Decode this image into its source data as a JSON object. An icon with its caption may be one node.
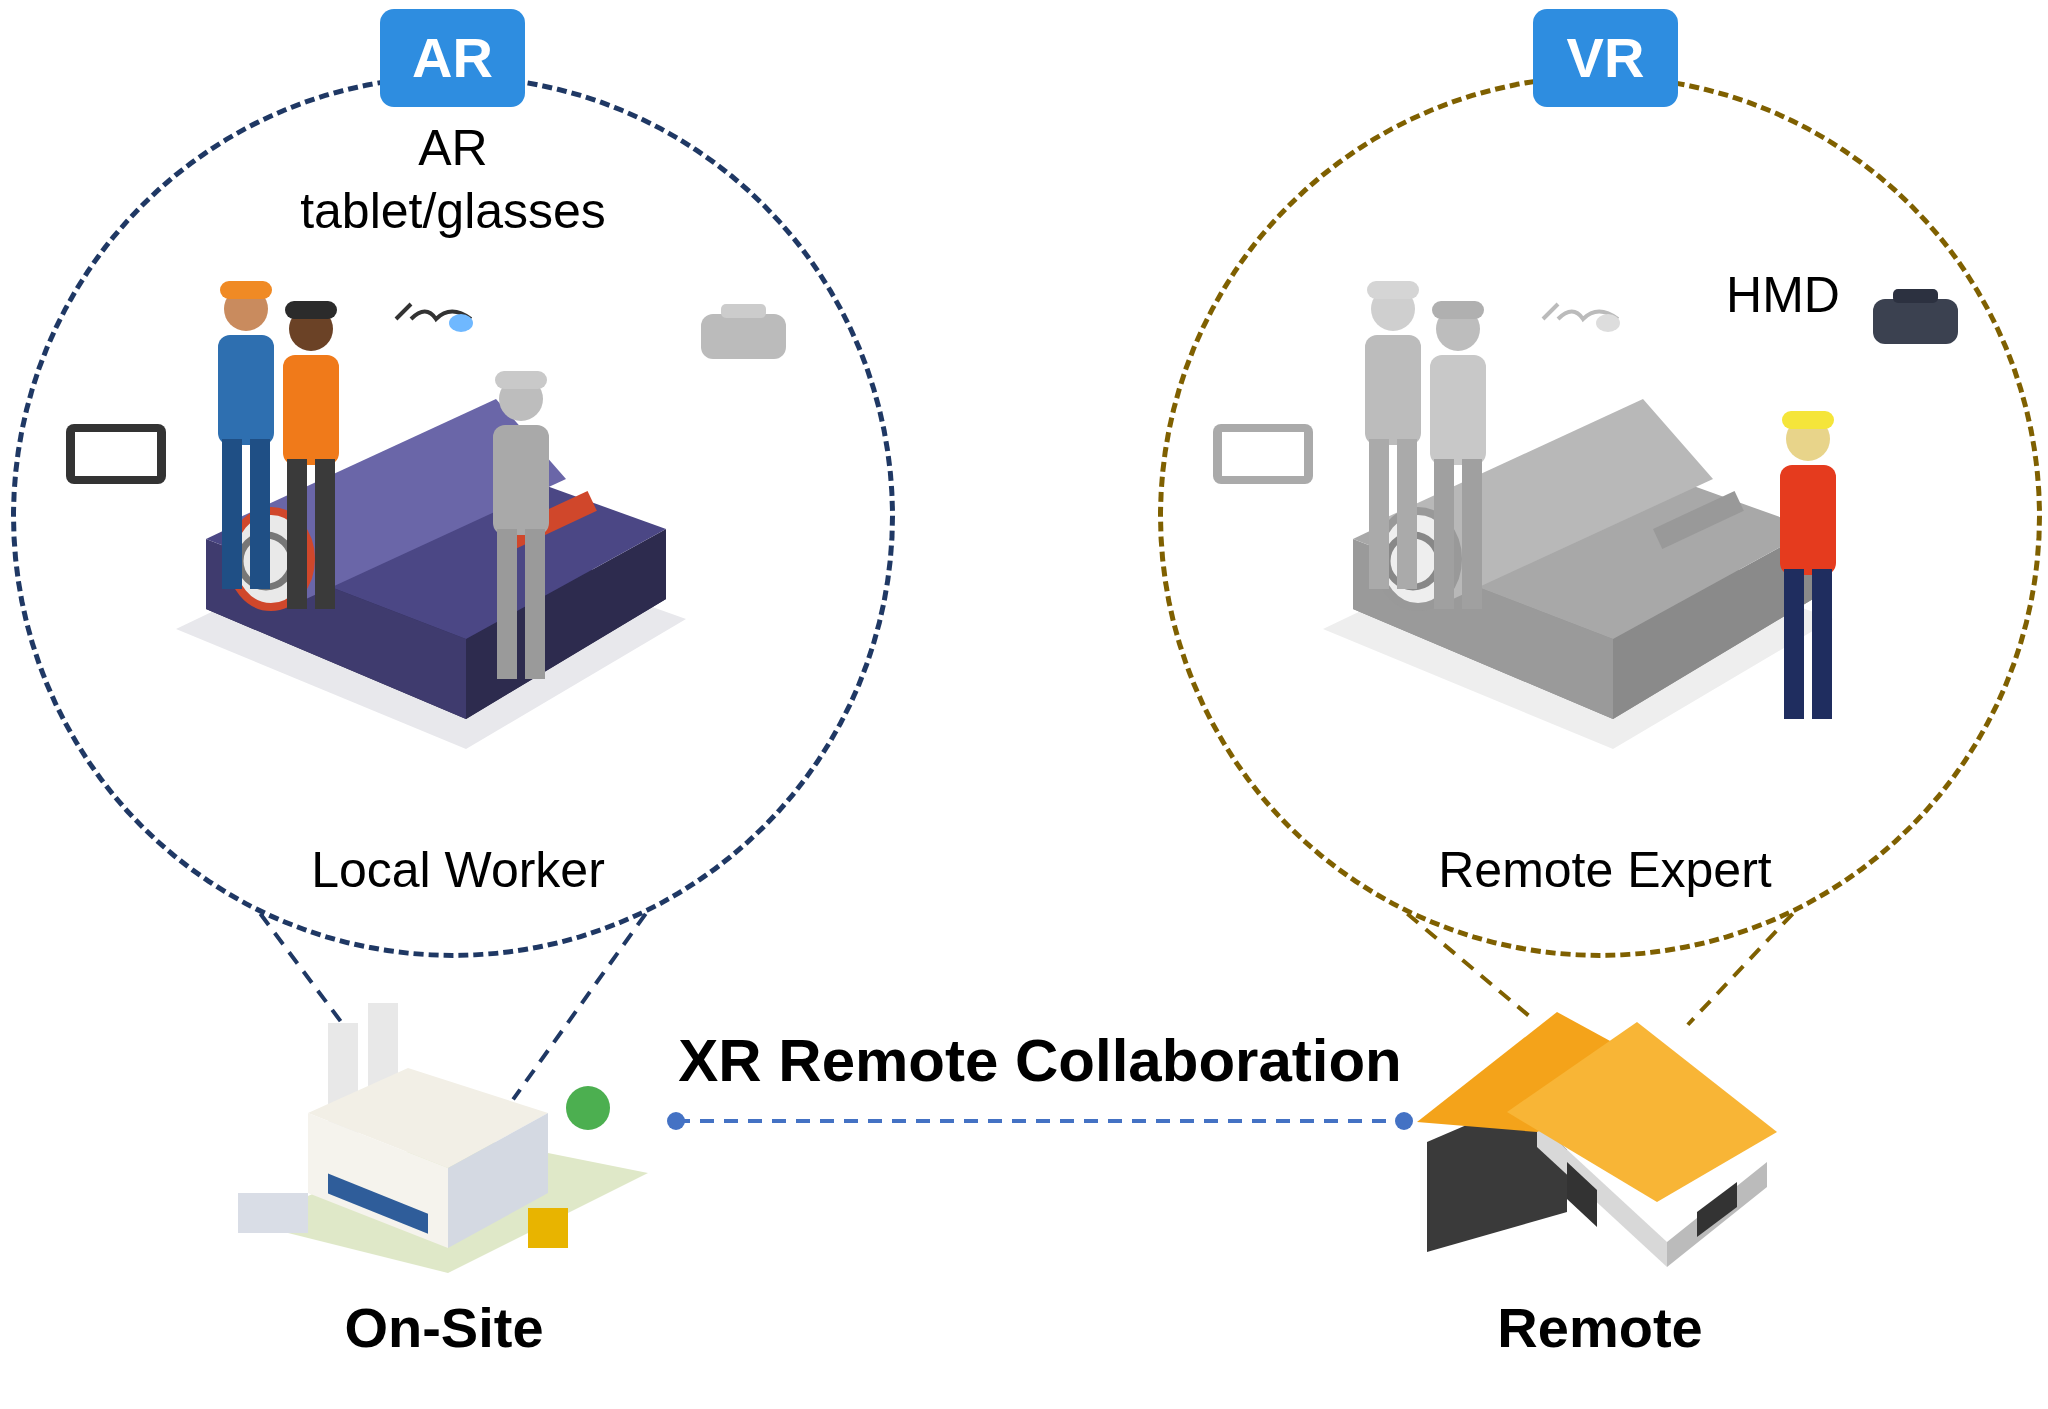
{
  "diagram": {
    "nodes": [
      {
        "text": [
          "AR",
          "AR tablet/glasses",
          "Local Worker"
        ]
      },
      {
        "text": [
          "VR",
          "HMD",
          "Remote Expert"
        ]
      },
      {
        "text": [
          "On-Site"
        ]
      },
      {
        "text": [
          "Remote"
        ]
      }
    ],
    "edges": [
      {
        "from": 0,
        "to": 2,
        "arrow": "none",
        "style": "dashed",
        "color": "#1f3864"
      },
      {
        "from": 0,
        "to": 2,
        "arrow": "none",
        "style": "dashed",
        "color": "#1f3864"
      },
      {
        "from": 1,
        "to": 3,
        "arrow": "none",
        "style": "dashed",
        "color": "#7f6000"
      },
      {
        "from": 1,
        "to": 3,
        "arrow": "none",
        "style": "dashed",
        "color": "#7f6000"
      },
      {
        "from": 2,
        "to": 3,
        "arrow": "other",
        "style": "dashed",
        "color": "#4472c4",
        "label": "XR Remote Collaboration"
      }
    ]
  }
}
